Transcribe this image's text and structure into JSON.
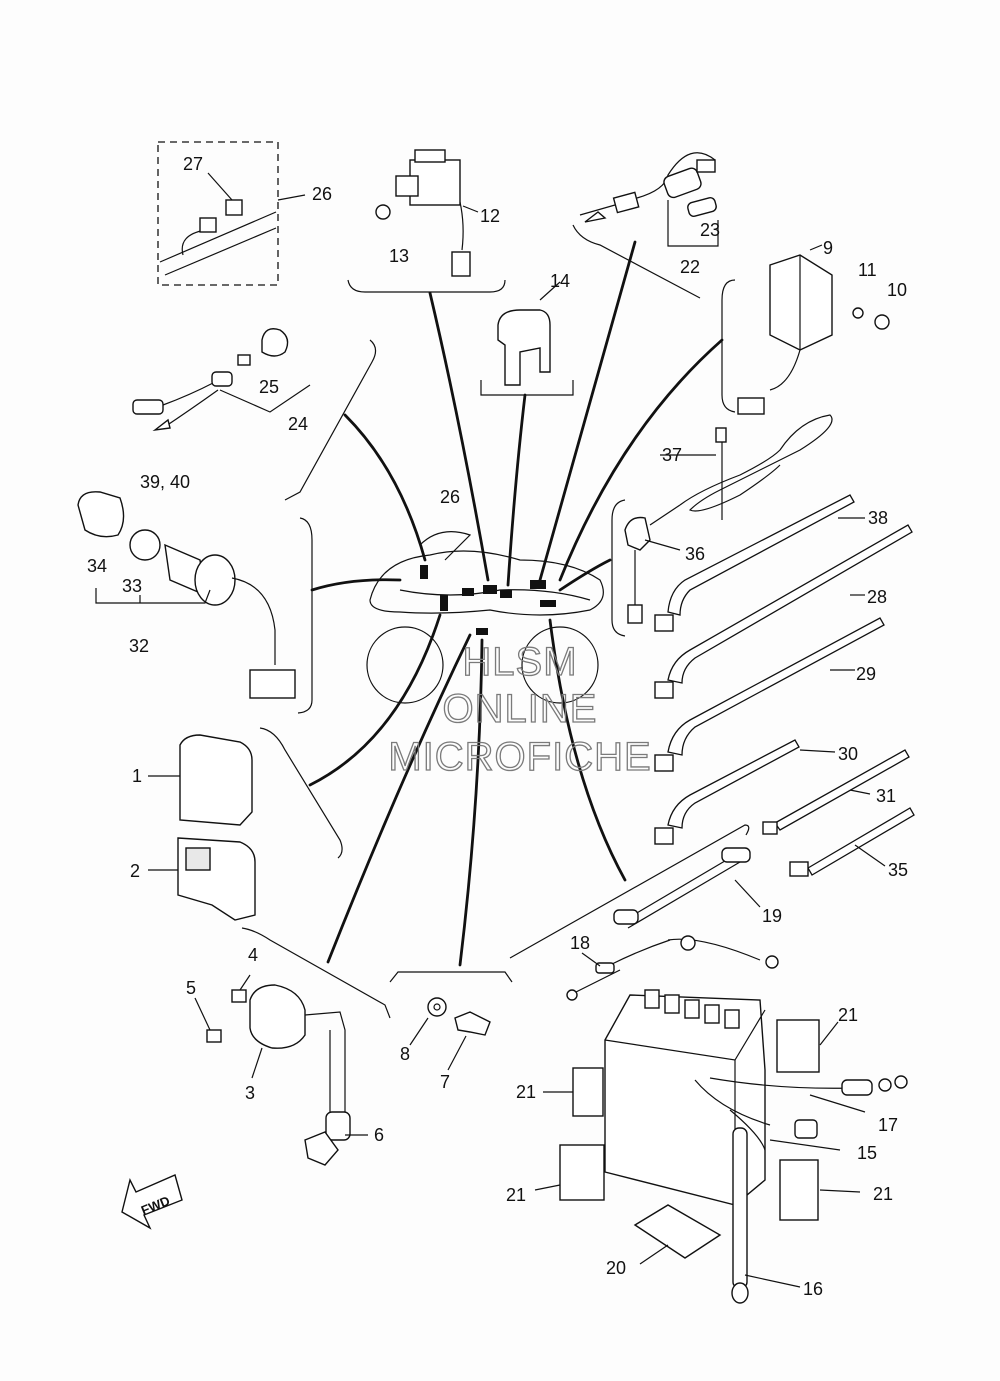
{
  "watermark": {
    "line1": "HLSM",
    "line2": "ONLINE",
    "line3": "MICROFICHE"
  },
  "fwd_label": "FWD",
  "callouts": {
    "c1": "1",
    "c2": "2",
    "c3": "3",
    "c4": "4",
    "c5": "5",
    "c6": "6",
    "c7": "7",
    "c8": "8",
    "c9": "9",
    "c10": "10",
    "c11": "11",
    "c12": "12",
    "c13": "13",
    "c14": "14",
    "c15": "15",
    "c16": "16",
    "c17": "17",
    "c18": "18",
    "c19": "19",
    "c20": "20",
    "c21a": "21",
    "c21b": "21",
    "c21c": "21",
    "c21d": "21",
    "c22": "22",
    "c23": "23",
    "c24": "24",
    "c25": "25",
    "c26a": "26",
    "c26b": "26",
    "c27": "27",
    "c28": "28",
    "c29": "29",
    "c30": "30",
    "c31": "31",
    "c32": "32",
    "c33": "33",
    "c34": "34",
    "c35": "35",
    "c36": "36",
    "c37": "37",
    "c38": "38",
    "c3940": "39, 40"
  }
}
